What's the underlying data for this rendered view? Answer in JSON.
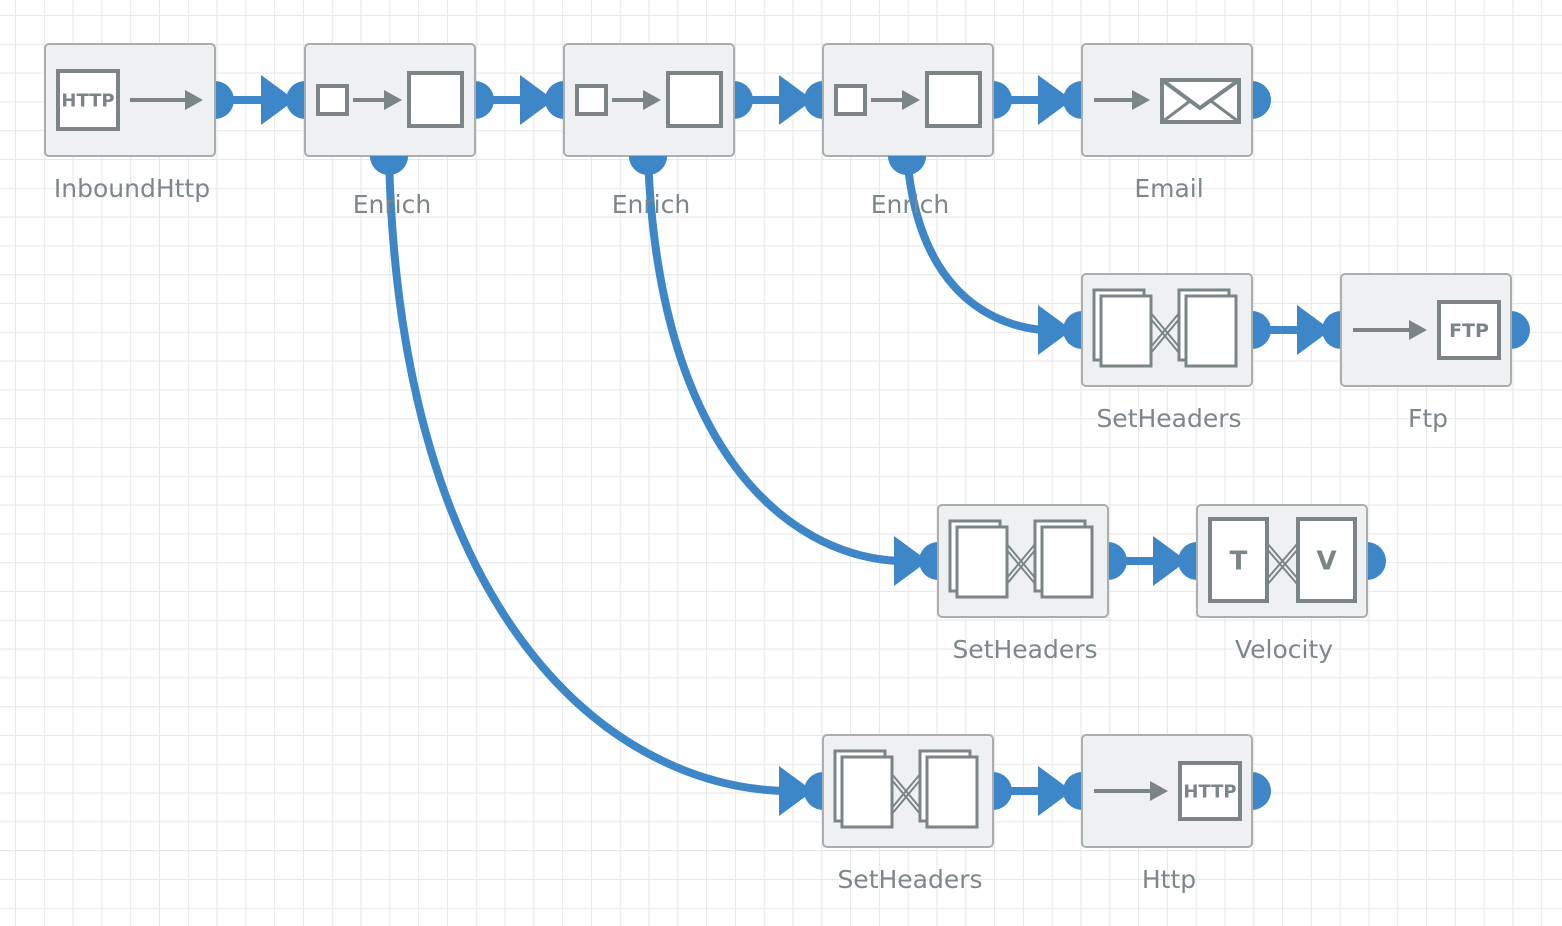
{
  "nodes": [
    {
      "id": "n1",
      "type": "inboundhttp",
      "label": "InboundHttp",
      "badge": "HTTP"
    },
    {
      "id": "n2",
      "type": "enrich",
      "label": "Enrich"
    },
    {
      "id": "n3",
      "type": "enrich",
      "label": "Enrich"
    },
    {
      "id": "n4",
      "type": "enrich",
      "label": "Enrich"
    },
    {
      "id": "n5",
      "type": "email",
      "label": "Email"
    },
    {
      "id": "n6",
      "type": "setheaders",
      "label": "SetHeaders"
    },
    {
      "id": "n7",
      "type": "ftp",
      "label": "Ftp",
      "badge": "FTP"
    },
    {
      "id": "n8",
      "type": "setheaders",
      "label": "SetHeaders"
    },
    {
      "id": "n9",
      "type": "velocity",
      "label": "Velocity",
      "badge_left": "T",
      "badge_right": "V"
    },
    {
      "id": "n10",
      "type": "setheaders",
      "label": "SetHeaders"
    },
    {
      "id": "n11",
      "type": "http",
      "label": "Http",
      "badge": "HTTP"
    }
  ],
  "edges": [
    {
      "from": "n1",
      "to": "n2",
      "kind": "main"
    },
    {
      "from": "n2",
      "to": "n3",
      "kind": "main"
    },
    {
      "from": "n3",
      "to": "n4",
      "kind": "main"
    },
    {
      "from": "n4",
      "to": "n5",
      "kind": "main"
    },
    {
      "from": "n4",
      "to": "n6",
      "kind": "branch"
    },
    {
      "from": "n6",
      "to": "n7",
      "kind": "main"
    },
    {
      "from": "n3",
      "to": "n8",
      "kind": "branch"
    },
    {
      "from": "n8",
      "to": "n9",
      "kind": "main"
    },
    {
      "from": "n2",
      "to": "n10",
      "kind": "branch"
    },
    {
      "from": "n10",
      "to": "n11",
      "kind": "main"
    }
  ],
  "colors": {
    "connector": "#3d86c8",
    "node_fill": "#eef0f1",
    "node_border": "#a9aeb1",
    "icon": "#7b8587",
    "label": "#7d878b"
  }
}
